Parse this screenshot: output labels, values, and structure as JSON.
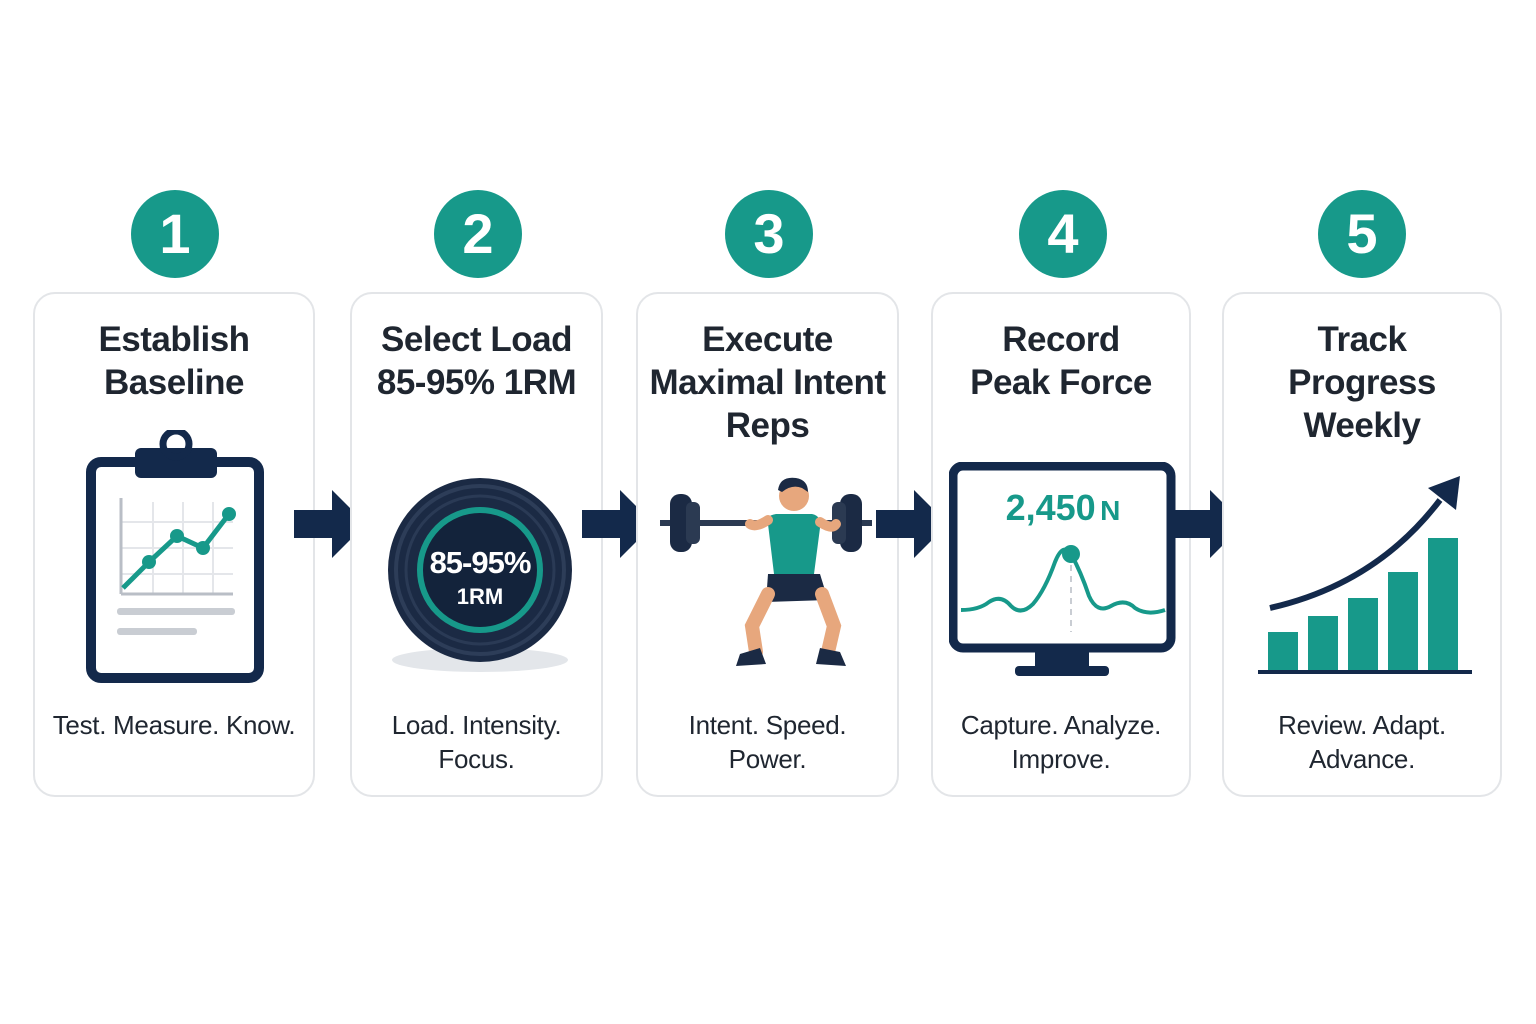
{
  "colors": {
    "teal": "#17998a",
    "navy": "#13294b",
    "card_border": "#e3e5e8",
    "text": "#1f2630"
  },
  "steps": [
    {
      "number": "1",
      "title_lines": [
        "Establish",
        "Baseline"
      ],
      "caption_lines": [
        "Test. Measure. Know."
      ],
      "icon": "clipboard-chart-icon"
    },
    {
      "number": "2",
      "title_lines": [
        "Select Load",
        "85-95% 1RM"
      ],
      "caption_lines": [
        "Load. Intensity.",
        "Focus."
      ],
      "icon": "weight-plate-icon",
      "icon_text": {
        "line1": "85-95%",
        "line2": "1RM"
      }
    },
    {
      "number": "3",
      "title_lines": [
        "Execute",
        "Maximal Intent",
        "Reps"
      ],
      "caption_lines": [
        "Intent. Speed.",
        "Power."
      ],
      "icon": "squat-athlete-icon"
    },
    {
      "number": "4",
      "title_lines": [
        "Record",
        "Peak Force"
      ],
      "caption_lines": [
        "Capture. Analyze.",
        "Improve."
      ],
      "icon": "force-monitor-icon",
      "icon_text": {
        "value": "2,450",
        "unit": "N"
      }
    },
    {
      "number": "5",
      "title_lines": [
        "Track",
        "Progress",
        "Weekly"
      ],
      "caption_lines": [
        "Review. Adapt.",
        "Advance."
      ],
      "icon": "progress-bar-chart-icon"
    }
  ],
  "arrows": [
    "arrow-right-icon",
    "arrow-right-icon",
    "arrow-right-icon",
    "arrow-right-icon"
  ]
}
